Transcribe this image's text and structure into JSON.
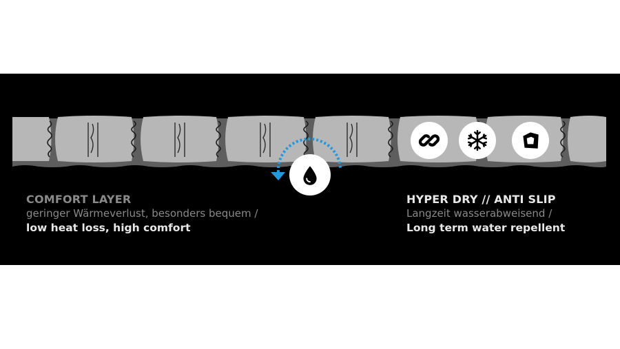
{
  "comfort": {
    "heading": "COMFORT LAYER",
    "line_de": "geringer Wärmeverlust, besonders bequem /",
    "line_en": "low heat loss, high comfort"
  },
  "hyperdry": {
    "heading": "HYPER DRY // ANTI SLIP",
    "line_de": "Langzeit wasserabweisend /",
    "line_en": "Long term water repellent"
  },
  "icons": [
    "chain-link-icon",
    "snowflake-icon",
    "grip-shape-icon",
    "water-drop-icon"
  ],
  "colors": {
    "panel": "#000000",
    "mat_top": "#b7b7b7",
    "mat_shadow": "#5e5e5e",
    "accent_arrow": "#1e9be0",
    "text_grey": "#8a8a8a",
    "text_light": "#e8e8e8"
  }
}
